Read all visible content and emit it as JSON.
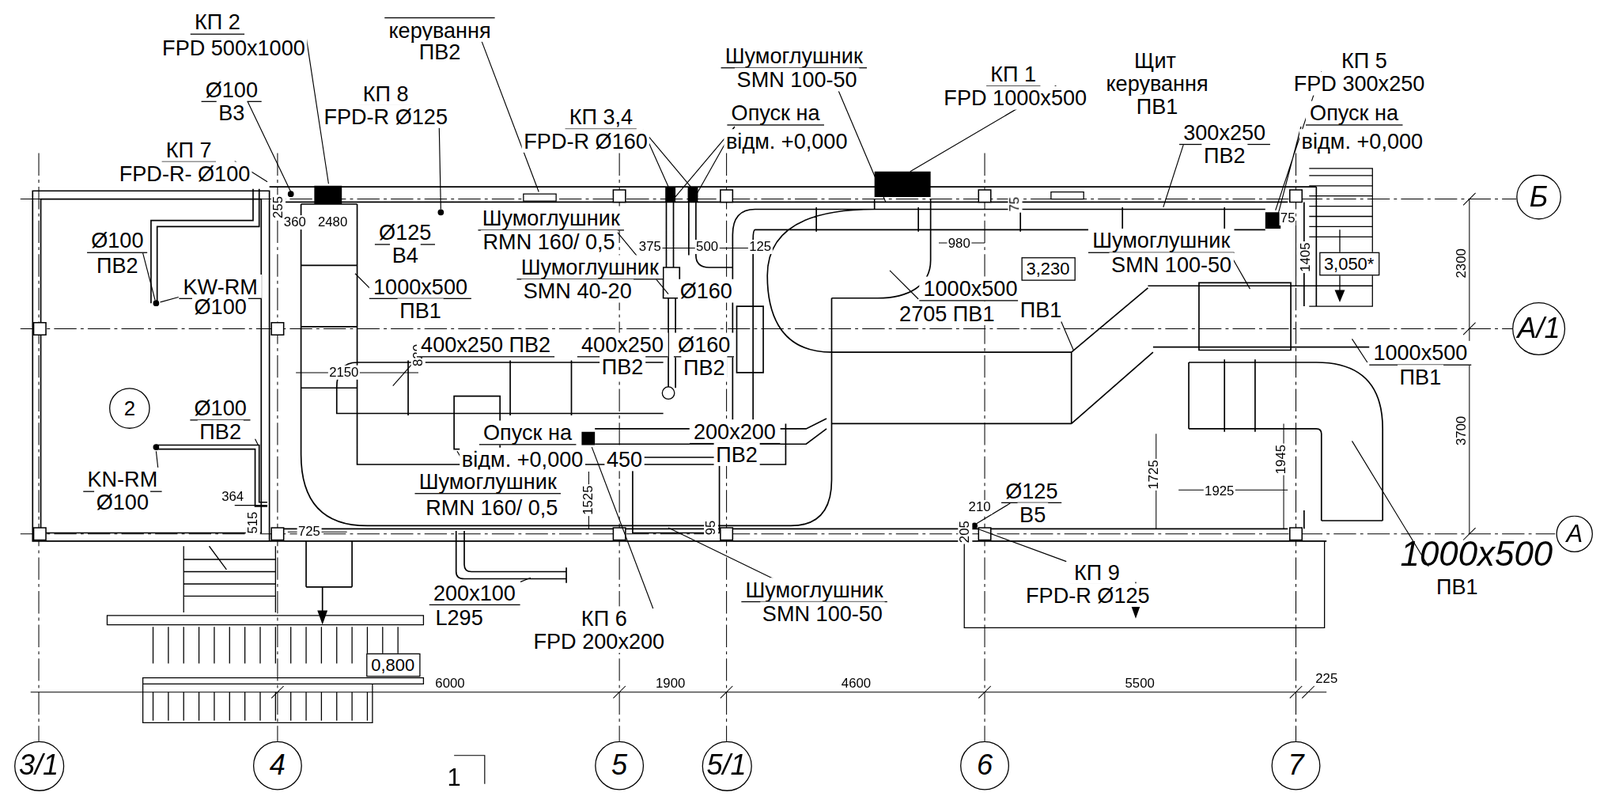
{
  "diagram": {
    "nodes": [
      {
        "text": [
          "Б"
        ]
      },
      {
        "text": [
          "3,050*"
        ]
      },
      {
        "text": [
          "3,230"
        ]
      },
      {
        "text": [
          "А/1"
        ]
      },
      {
        "text": [
          "2"
        ]
      },
      {
        "text": [
          "А"
        ]
      },
      {
        "text": [
          "0,800"
        ]
      },
      {
        "text": [
          "3/1"
        ]
      },
      {
        "text": [
          "4"
        ]
      },
      {
        "text": [
          "5"
        ]
      },
      {
        "text": [
          "5/1"
        ]
      },
      {
        "text": [
          "6"
        ]
      },
      {
        "text": [
          "7"
        ]
      }
    ],
    "labels": [
      "КП 2",
      "FPD 500x1000",
      "керування",
      "ПВ2",
      "Ø100",
      "В3",
      "КП 8",
      "FPD-R Ø125",
      "КП 7",
      "FPD-R- Ø100",
      "Шумоглушник",
      "SMN 100-50",
      "КП 3,4",
      "FPD-R Ø160",
      "Опуск на",
      "відм. +0,000",
      "КП 1",
      "FPD 1000x500",
      "Щит",
      "керування",
      "ПВ1",
      "КП 5",
      "FPD 300x250",
      "Опуск на",
      "відм. +0,000",
      "300x250",
      "ПВ2",
      "Ø100",
      "ПВ2",
      "KW-RM",
      "Ø100",
      "255",
      "360",
      "2480",
      "Ø125",
      "В4",
      "Шумоглушник",
      "RMN 160/ 0,5",
      "375",
      "500",
      "125",
      "Шумоглушник",
      "SMN 40-20",
      "Ø160",
      "1000x500",
      "ПВ1",
      "980",
      "75",
      "1000x500",
      "2705 ПВ1",
      "ПВ1",
      "Шумоглушник",
      "SMN 100-50",
      "1405",
      "75",
      "2300",
      "1000x500",
      "ПВ1",
      "3700",
      "820",
      "2150",
      "400x250 ПВ2",
      "400x250",
      "ПВ2",
      "Ø160",
      "ПВ2",
      "Ø100",
      "ПВ2",
      "Опуск на",
      "відм. +0,000",
      "450",
      "200x200",
      "ПВ2",
      "1725",
      "1945",
      "1925",
      "Ø125",
      "В5",
      "210",
      "205",
      "Шумоглушник",
      "RMN 160/ 0,5",
      "1525",
      "95",
      "364",
      "KN-RM",
      "Ø100",
      "515",
      "725",
      "1000x500",
      "ПВ1",
      "КП 9",
      "FPD-R Ø125",
      "Шумоглушник",
      "SMN 100-50",
      "200x100",
      "L295",
      "КП 6",
      "FPD 200x200",
      "6000",
      "1900",
      "4600",
      "5500",
      "225",
      "1"
    ]
  }
}
